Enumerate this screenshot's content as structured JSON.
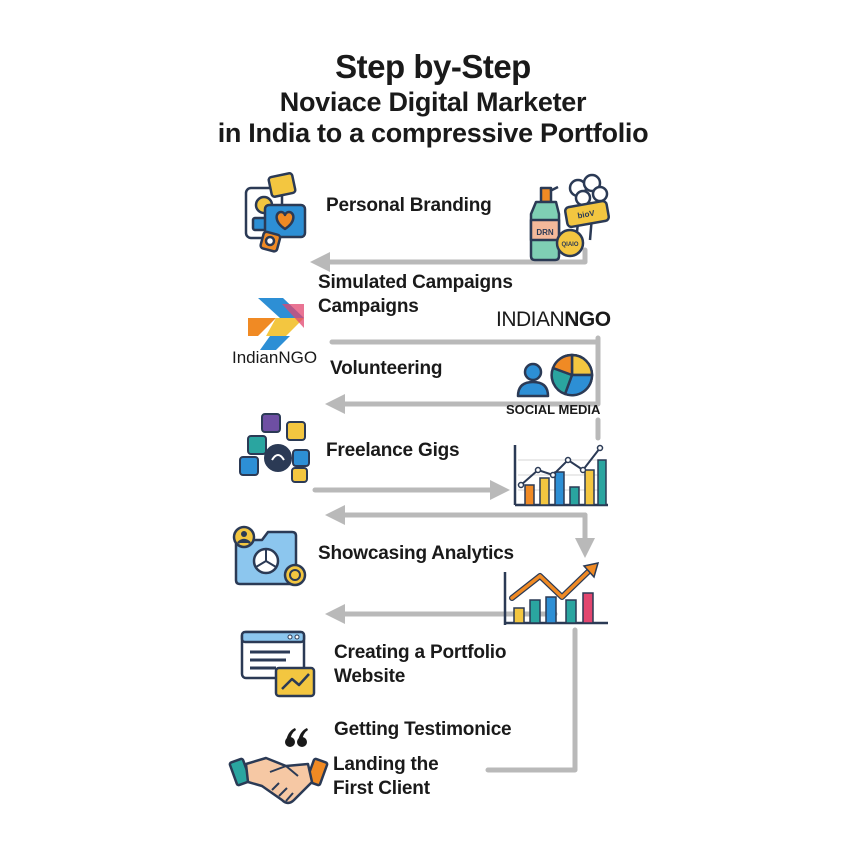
{
  "title": {
    "line1": "Step by-Step",
    "line2": "Noviace Digital Marketer",
    "line3": "in India to a compressive Portfolio"
  },
  "steps": [
    {
      "label": "Personal Branding"
    },
    {
      "label": "Simulated Campaigns Campaigns"
    },
    {
      "label": "Volunteering"
    },
    {
      "label": "Freelance Gigs"
    },
    {
      "label": "Showcasing Analytics"
    },
    {
      "label": "Creating a Portfolio Website"
    },
    {
      "label": "Getting Testimonice"
    },
    {
      "label": "Landing the First Client"
    }
  ],
  "tags": {
    "indian_ngo_caps_a": "INDIAN",
    "indian_ngo_caps_b": "NGO",
    "indian_ngo_small": "IndianNGO",
    "social_media": "SOCIAL MEDIA",
    "bottle_label": "DRN",
    "sign_label": "bioV",
    "coin_label": "QIAIO"
  },
  "icons": [
    "smartphone-heart-icon",
    "bottle-icon",
    "sign-post-icon",
    "ngo-logo-icon",
    "people-pie-chart-icon",
    "app-tiles-icon",
    "bar-chart-icon",
    "analytics-folder-icon",
    "trend-chart-icon",
    "website-icon",
    "quote-icon",
    "handshake-icon"
  ],
  "colors": {
    "arrow": "#b9b9b9",
    "navy": "#2b3a55",
    "orange": "#f08a24",
    "yellow": "#f3c640",
    "teal": "#2aa5a0",
    "blue": "#2d8fd5",
    "pink": "#e2466f",
    "purple": "#6e4fa3"
  }
}
